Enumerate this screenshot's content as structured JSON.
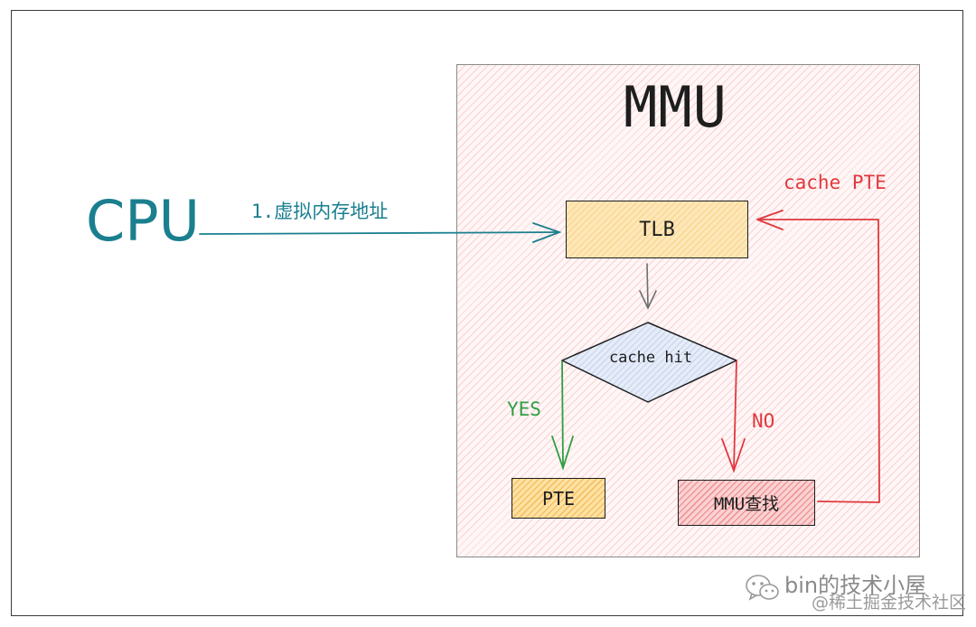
{
  "diagram": {
    "container_title": "MMU",
    "source_node": "CPU",
    "nodes": {
      "tlb": "TLB",
      "decision": "cache hit",
      "pte": "PTE",
      "mmu_lookup": "MMU查找"
    },
    "edges": {
      "cpu_to_tlb": "1.虚拟内存地址",
      "hit_yes": "YES",
      "hit_no": "NO",
      "lookup_to_tlb": "cache PTE"
    }
  },
  "watermark": {
    "name": "bin的技术小屋",
    "site": "@稀土掘金技术社区",
    "icon": "wechat-icon"
  },
  "colors": {
    "cpu_teal": "#1a7f8f",
    "red": "#e0393e",
    "green": "#2f9e44",
    "gray_arrow": "#6e6e6e",
    "tlb_fill": "#fde7b8",
    "pte_fill": "#fde2a4",
    "lookup_fill": "#fbd2d2",
    "decision_fill": "#dbe4f5",
    "mmu_fill": "#fff6f6"
  }
}
